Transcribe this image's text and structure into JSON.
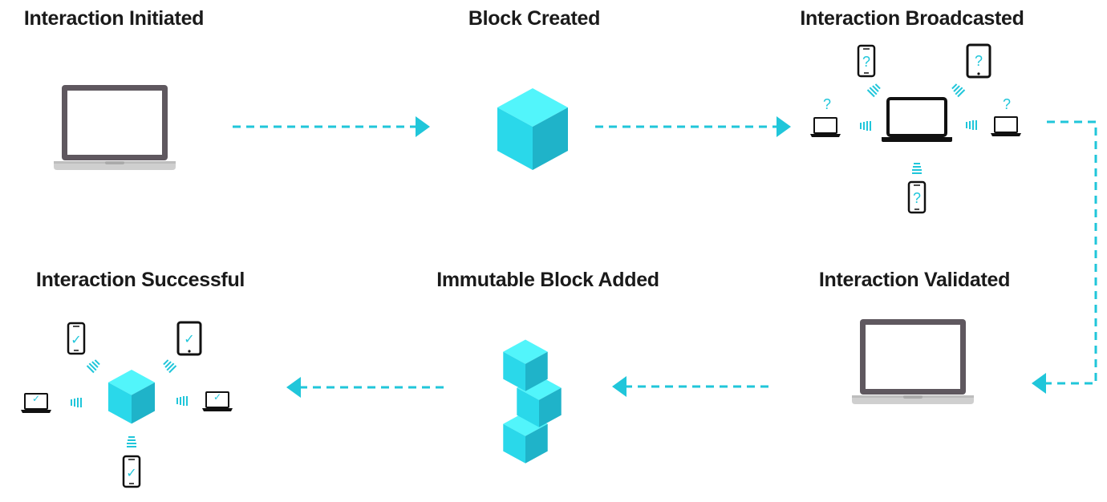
{
  "steps": [
    {
      "title": "Interaction Initiated"
    },
    {
      "title": "Block Created"
    },
    {
      "title": "Interaction Broadcasted"
    },
    {
      "title": "Interaction Validated"
    },
    {
      "title": "Immutable Block Added"
    },
    {
      "title": "Interaction Successful"
    }
  ],
  "glyphs": {
    "question": "?",
    "check": "✓"
  },
  "colors": {
    "accent": "#20c6da",
    "cube_top": "#52f5fb",
    "cube_left": "#2ad8ea",
    "cube_right": "#1fb3c9",
    "laptop_frame": "#5f585f",
    "laptop_base": "#c9c9c9",
    "device": "#111111"
  }
}
